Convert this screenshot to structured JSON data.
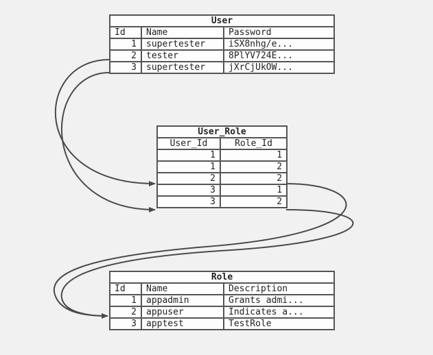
{
  "user_table": {
    "title": "User",
    "columns": [
      "Id",
      "Name",
      "Password"
    ],
    "rows": [
      [
        "1",
        "supertester",
        "iSX8nhg/e..."
      ],
      [
        "2",
        "tester",
        "8PlYV724E..."
      ],
      [
        "3",
        "supertester",
        "jXrCjUkOW..."
      ]
    ]
  },
  "user_role_table": {
    "title": "User_Role",
    "columns": [
      "User_Id",
      "Role_Id"
    ],
    "rows": [
      [
        "1",
        "1"
      ],
      [
        "1",
        "2"
      ],
      [
        "2",
        "2"
      ],
      [
        "3",
        "1"
      ],
      [
        "3",
        "2"
      ]
    ]
  },
  "role_table": {
    "title": "Role",
    "columns": [
      "Id",
      "Name",
      "Description"
    ],
    "rows": [
      [
        "1",
        "appadmin",
        "Grants admi..."
      ],
      [
        "2",
        "appuser",
        "Indicates a..."
      ],
      [
        "3",
        "apptest",
        "TestRole"
      ]
    ]
  },
  "colors": {
    "background": "#f1f1f1",
    "border": "#555555",
    "arrow": "#555555"
  }
}
